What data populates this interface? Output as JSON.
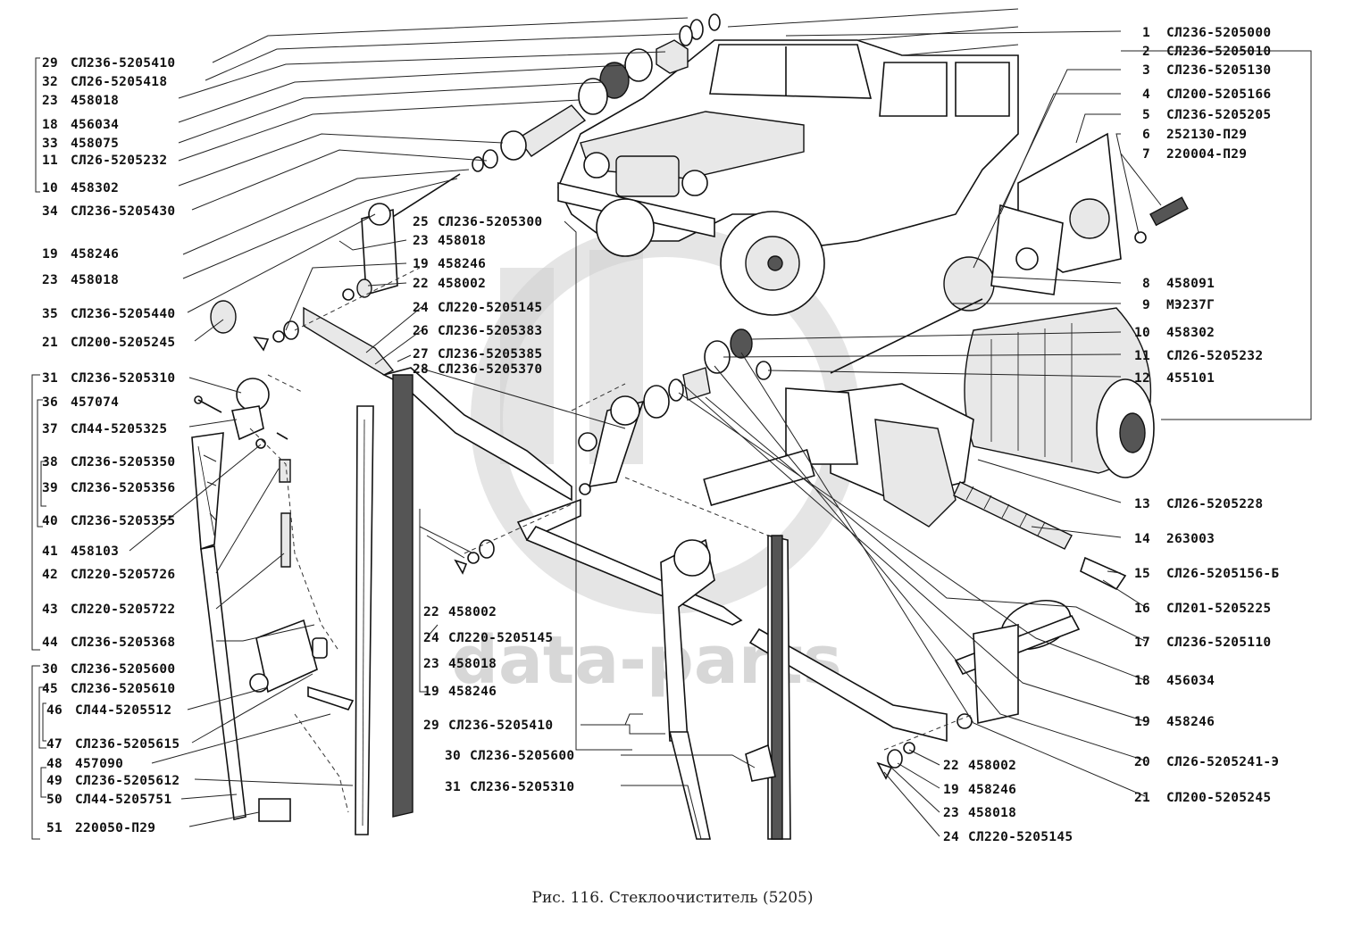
{
  "caption": "Рис. 116. Стеклоочиститель (5205)",
  "watermark": "data-parts",
  "labels_left": [
    {
      "num": "29",
      "code": "СЛ236-5205410"
    },
    {
      "num": "32",
      "code": "СЛ26-5205418"
    },
    {
      "num": "23",
      "code": "458018"
    },
    {
      "num": "18",
      "code": "456034"
    },
    {
      "num": "33",
      "code": "458075"
    },
    {
      "num": "11",
      "code": "СЛ26-5205232"
    },
    {
      "num": "10",
      "code": "458302"
    },
    {
      "num": "34",
      "code": "СЛ236-5205430"
    },
    {
      "num": "19",
      "code": "458246"
    },
    {
      "num": "23",
      "code": "458018"
    },
    {
      "num": "35",
      "code": "СЛ236-5205440"
    },
    {
      "num": "21",
      "code": "СЛ200-5205245"
    },
    {
      "num": "31",
      "code": "СЛ236-5205310"
    },
    {
      "num": "36",
      "code": "457074"
    },
    {
      "num": "37",
      "code": "СЛ44-5205325"
    },
    {
      "num": "38",
      "code": "СЛ236-5205350"
    },
    {
      "num": "39",
      "code": "СЛ236-5205356"
    },
    {
      "num": "40",
      "code": "СЛ236-5205355"
    },
    {
      "num": "41",
      "code": "458103"
    },
    {
      "num": "42",
      "code": "СЛ220-5205726"
    },
    {
      "num": "43",
      "code": "СЛ220-5205722"
    },
    {
      "num": "44",
      "code": "СЛ236-5205368"
    },
    {
      "num": "30",
      "code": "СЛ236-5205600"
    },
    {
      "num": "45",
      "code": "СЛ236-5205610"
    },
    {
      "num": "46",
      "code": "СЛ44-5205512"
    },
    {
      "num": "47",
      "code": "СЛ236-5205615"
    },
    {
      "num": "48",
      "code": "457090"
    },
    {
      "num": "49",
      "code": "СЛ236-5205612"
    },
    {
      "num": "50",
      "code": "СЛ44-5205751"
    },
    {
      "num": "51",
      "code": "220050-П29"
    }
  ],
  "labels_right": [
    {
      "num": "1",
      "code": "СЛ236-5205000"
    },
    {
      "num": "2",
      "code": "СЛ236-5205010"
    },
    {
      "num": "3",
      "code": "СЛ236-5205130"
    },
    {
      "num": "4",
      "code": "СЛ200-5205166"
    },
    {
      "num": "5",
      "code": "СЛ236-5205205"
    },
    {
      "num": "6",
      "code": "252130-П29"
    },
    {
      "num": "7",
      "code": "220004-П29"
    },
    {
      "num": "8",
      "code": "458091"
    },
    {
      "num": "9",
      "code": "МЭ237Г"
    },
    {
      "num": "10",
      "code": "458302"
    },
    {
      "num": "11",
      "code": "СЛ26-5205232"
    },
    {
      "num": "12",
      "code": "455101"
    },
    {
      "num": "13",
      "code": "СЛ26-5205228"
    },
    {
      "num": "14",
      "code": "263003"
    },
    {
      "num": "15",
      "code": "СЛ26-5205156-Б"
    },
    {
      "num": "16",
      "code": "СЛ201-5205225"
    },
    {
      "num": "17",
      "code": "СЛ236-5205110"
    },
    {
      "num": "18",
      "code": "456034"
    },
    {
      "num": "19",
      "code": "458246"
    },
    {
      "num": "20",
      "code": "СЛ26-5205241-Э"
    },
    {
      "num": "21",
      "code": "СЛ200-5205245"
    }
  ],
  "labels_center": [
    {
      "num": "23",
      "code": "458018"
    },
    {
      "num": "19",
      "code": "458246"
    },
    {
      "num": "22",
      "code": "458002"
    },
    {
      "num": "25",
      "code": "СЛ236-5205300"
    },
    {
      "num": "24",
      "code": "СЛ220-5205145"
    },
    {
      "num": "26",
      "code": "СЛ236-5205383"
    },
    {
      "num": "27",
      "code": "СЛ236-5205385"
    },
    {
      "num": "28",
      "code": "СЛ236-5205370"
    },
    {
      "num": "22",
      "code": "458002"
    },
    {
      "num": "24",
      "code": "СЛ220-5205145"
    },
    {
      "num": "23",
      "code": "458018"
    },
    {
      "num": "19",
      "code": "458246"
    },
    {
      "num": "29",
      "code": "СЛ236-5205410"
    },
    {
      "num": "30",
      "code": "СЛ236-5205600"
    },
    {
      "num": "31",
      "code": "СЛ236-5205310"
    },
    {
      "num": "22",
      "code": "458002"
    },
    {
      "num": "19",
      "code": "458246"
    },
    {
      "num": "23",
      "code": "458018"
    },
    {
      "num": "24",
      "code": "СЛ220-5205145"
    }
  ]
}
